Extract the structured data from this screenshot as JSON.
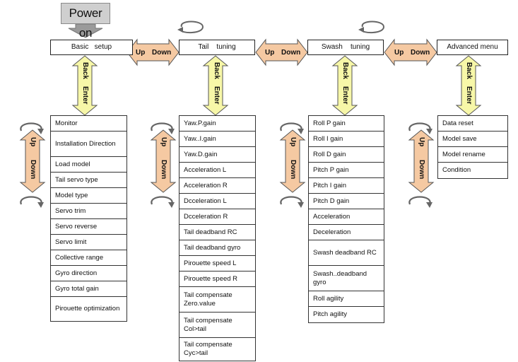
{
  "power_on": "Power on",
  "menus": [
    {
      "header": "Basic   setup",
      "items": [
        "Monitor",
        "Installation Direction",
        "Load model",
        "Tail servo type",
        "Model type",
        "Servo trim",
        "Servo reverse",
        "Servo limit",
        "Collective range",
        "Gyro direction",
        "Gyro total gain",
        "Pirouette optimization"
      ]
    },
    {
      "header": "Tail    tuning",
      "items": [
        "Yaw.P.gain",
        "Yaw..I.gain",
        "Yaw.D.gain",
        "Acceleration L",
        "Acceleration R",
        "Dcceleration L",
        "Dcceleration R",
        "Tail deadband RC",
        "Tail deadband gyro",
        "Pirouette speed L",
        "Pirouette speed R",
        "Tail compensate Zero.value",
        "Tail compensate Col>tail",
        "Tail compensate Cyc>tail"
      ]
    },
    {
      "header": "Swash    tuning",
      "items": [
        "Roll P gain",
        "Roll I gain",
        "Roll D gain",
        "Pitch P gain",
        "Pitch I gain",
        "Pitch D gain",
        "Acceleration",
        "Deceleration",
        "Swash deadband RC",
        "Swash..deadband gyro",
        "Roll agility",
        "Pitch agility"
      ]
    },
    {
      "header": "Advanced menu",
      "items": [
        "Data reset",
        "Model save",
        "Model rename",
        "Condition"
      ]
    }
  ],
  "connector_up": "Up",
  "connector_down": "Down",
  "back_label": "Back",
  "enter_label": "Enter",
  "colors": {
    "updown_arrow": "#f5c9a2",
    "back_enter_arrow": "#f7f7a8",
    "power_box": "#cfcfcf",
    "outline": "#555555"
  }
}
